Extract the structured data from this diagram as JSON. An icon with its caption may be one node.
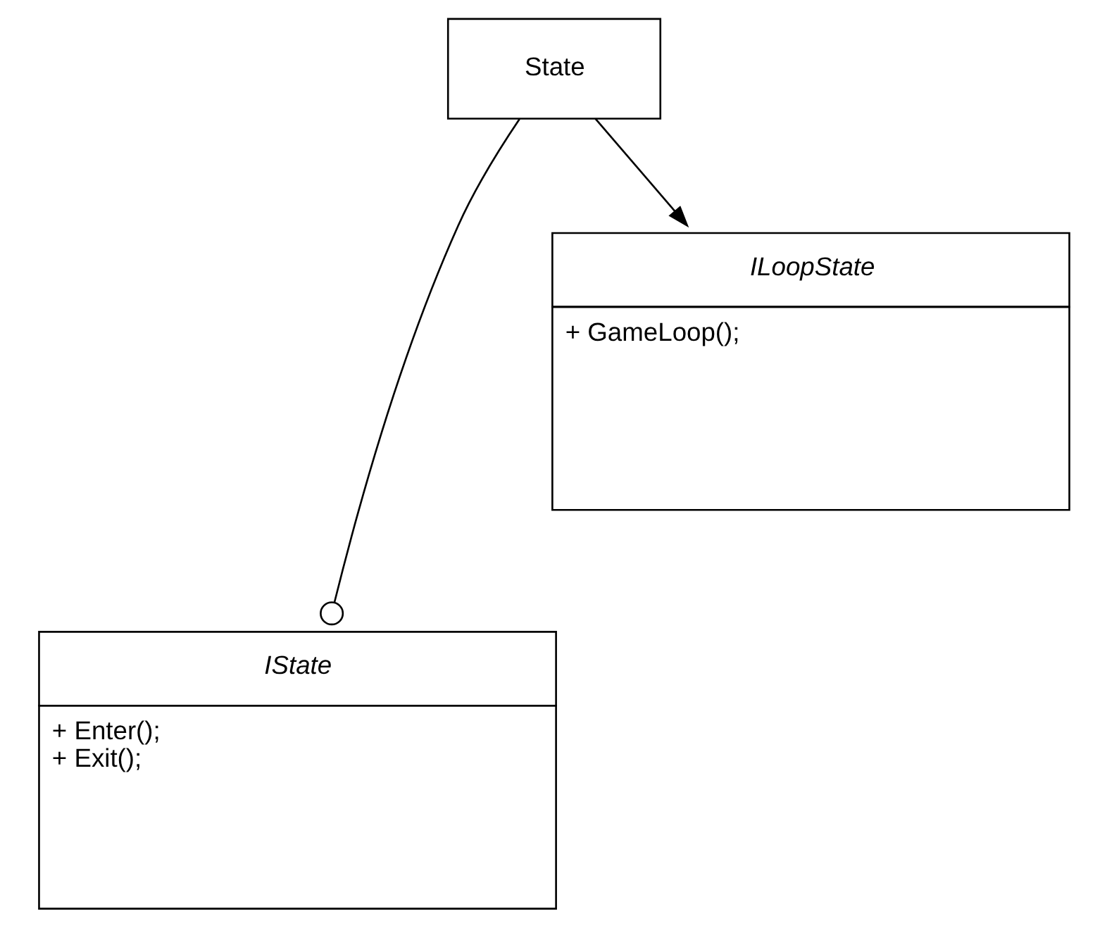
{
  "diagram": {
    "nodes": [
      {
        "text": [
          "State"
        ]
      },
      {
        "text": [
          "ILoopState",
          "+ GameLoop();"
        ]
      },
      {
        "text": [
          "IState",
          "+ Enter();",
          "+ Exit();"
        ]
      }
    ],
    "edges": [
      {
        "from": 0,
        "to": 1,
        "arrow": "to"
      },
      {
        "from": 0,
        "to": 2,
        "arrow": "other"
      }
    ]
  }
}
